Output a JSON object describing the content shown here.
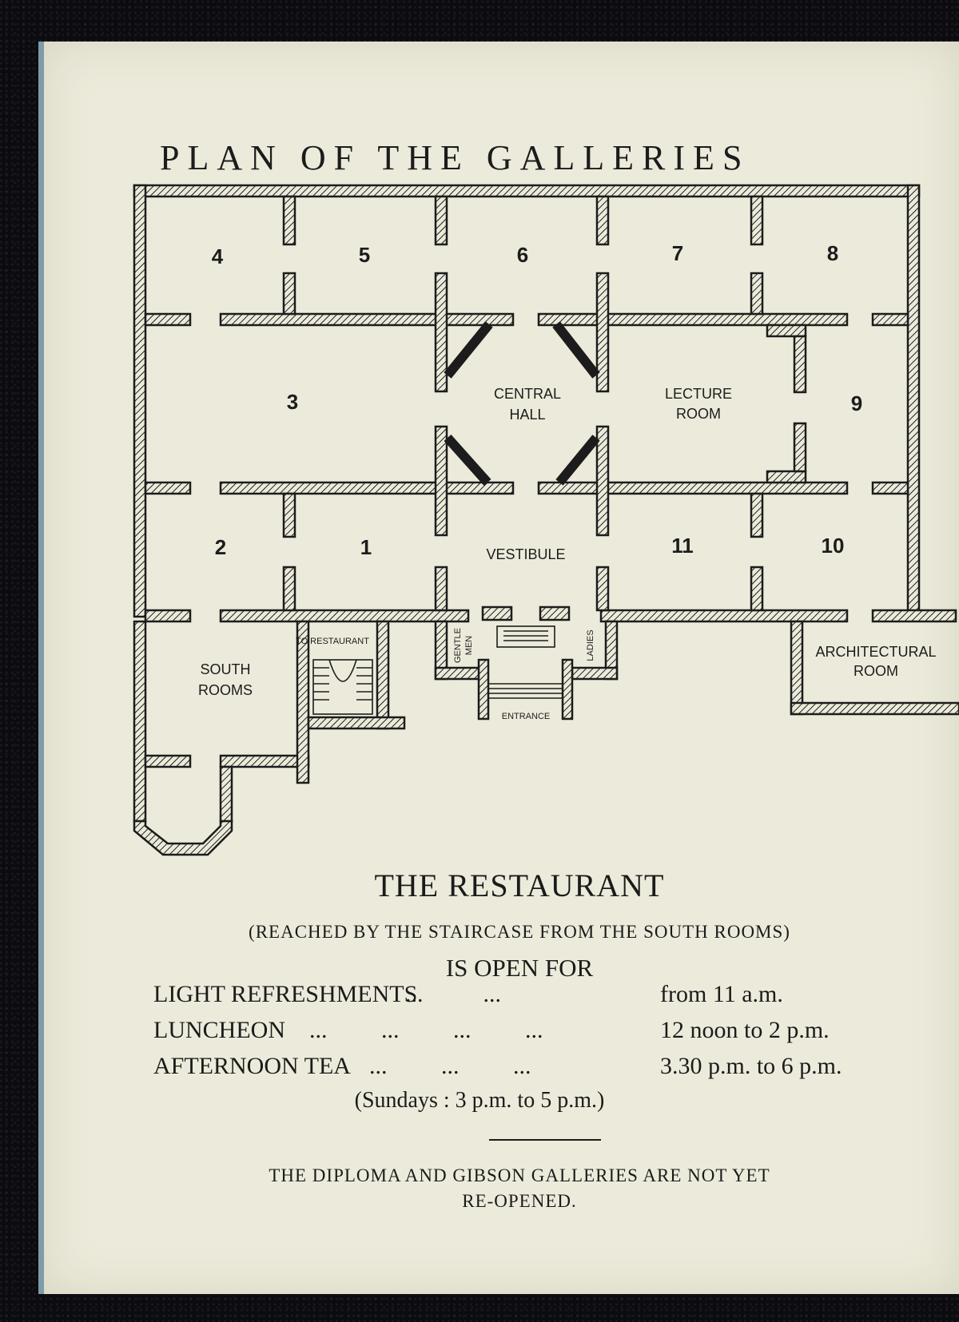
{
  "plan": {
    "title": "PLAN OF THE GALLERIES",
    "room_numbers": {
      "r1": "1",
      "r2": "2",
      "r3": "3",
      "r4": "4",
      "r5": "5",
      "r6": "6",
      "r7": "7",
      "r8": "8",
      "r9": "9",
      "r10": "10",
      "r11": "11"
    },
    "labels": {
      "central_hall_1": "CENTRAL",
      "central_hall_2": "HALL",
      "lecture_room_1": "LECTURE",
      "lecture_room_2": "ROOM",
      "vestibule": "VESTIBULE",
      "south_rooms_1": "SOUTH",
      "south_rooms_2": "ROOMS",
      "to_restaurant": "TO RESTAURANT",
      "gentlemen_1": "GENTLE",
      "gentlemen_2": "MEN",
      "ladies": "LADIES",
      "entrance": "ENTRANCE",
      "architectural_room_1": "ARCHITECTURAL",
      "architectural_room_2": "ROOM"
    }
  },
  "restaurant": {
    "title": "THE RESTAURANT",
    "subtitle": "(REACHED BY THE STAIRCASE FROM THE SOUTH ROOMS)",
    "open_for": "IS OPEN FOR",
    "hours": [
      {
        "name": "LIGHT REFRESHMENTS",
        "dots": "                                          ...          ...",
        "time": "from 11 a.m."
      },
      {
        "name": "LUNCHEON",
        "dots": "                          ...         ...         ...         ...",
        "time": "12 noon to 2 p.m."
      },
      {
        "name": "AFTERNOON TEA",
        "dots": "                                    ...         ...         ...",
        "time": "3.30 p.m. to 6 p.m."
      }
    ],
    "sundays": "(Sundays :   3 p.m.  to  5 p.m.)"
  },
  "notice": {
    "line1": "THE DIPLOMA AND GIBSON GALLERIES ARE NOT YET",
    "line2": "RE-OPENED."
  },
  "colors": {
    "paper": "#ecebdb",
    "ink": "#1c1c1c",
    "page_edge": "#7f9aa8"
  }
}
